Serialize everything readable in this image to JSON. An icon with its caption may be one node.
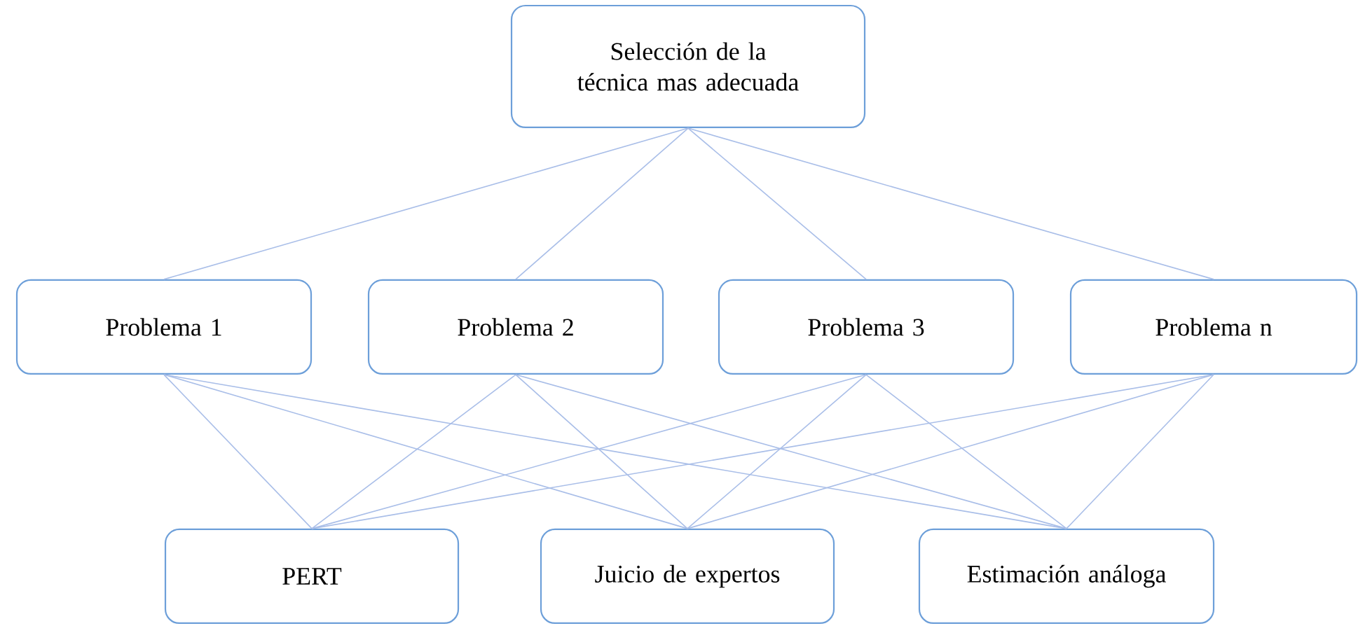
{
  "diagram": {
    "nodes": [
      {
        "text": [
          "Selección de la técnica mas adecuada"
        ]
      },
      {
        "text": [
          "Problema 1"
        ]
      },
      {
        "text": [
          "Problema 2"
        ]
      },
      {
        "text": [
          "Problema 3"
        ]
      },
      {
        "text": [
          "Problema n"
        ]
      },
      {
        "text": [
          "PERT"
        ]
      },
      {
        "text": [
          "Juicio de expertos"
        ]
      },
      {
        "text": [
          "Estimación análoga"
        ]
      }
    ],
    "edges": [
      {
        "from": 0,
        "to": 1,
        "arrow": "none"
      },
      {
        "from": 0,
        "to": 2,
        "arrow": "none"
      },
      {
        "from": 0,
        "to": 3,
        "arrow": "none"
      },
      {
        "from": 0,
        "to": 4,
        "arrow": "none"
      },
      {
        "from": 1,
        "to": 5,
        "arrow": "none"
      },
      {
        "from": 1,
        "to": 6,
        "arrow": "none"
      },
      {
        "from": 1,
        "to": 7,
        "arrow": "none"
      },
      {
        "from": 2,
        "to": 5,
        "arrow": "none"
      },
      {
        "from": 2,
        "to": 6,
        "arrow": "none"
      },
      {
        "from": 2,
        "to": 7,
        "arrow": "none"
      },
      {
        "from": 3,
        "to": 5,
        "arrow": "none"
      },
      {
        "from": 3,
        "to": 6,
        "arrow": "none"
      },
      {
        "from": 3,
        "to": 7,
        "arrow": "none"
      },
      {
        "from": 4,
        "to": 5,
        "arrow": "none"
      },
      {
        "from": 4,
        "to": 6,
        "arrow": "none"
      },
      {
        "from": 4,
        "to": 7,
        "arrow": "none"
      }
    ]
  }
}
